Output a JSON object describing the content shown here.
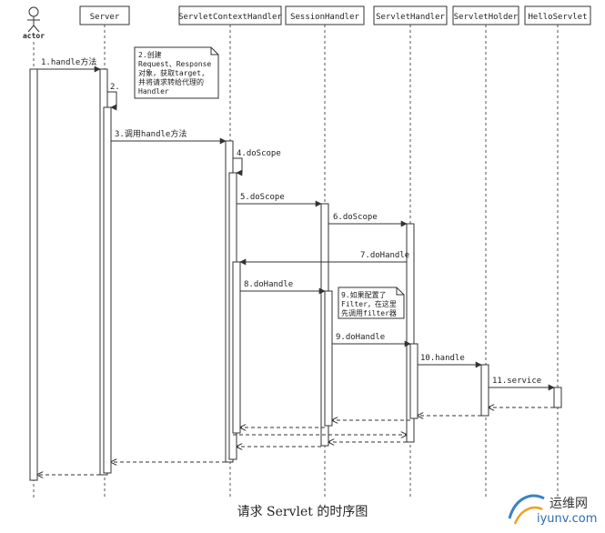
{
  "diagram": {
    "caption": "请求 Servlet 的时序图",
    "actor": "actor",
    "lifelines": [
      "Server",
      "ServletContextHandler",
      "SessionHandler",
      "ServletHandler",
      "ServletHolder",
      "HelloServlet"
    ],
    "messages": [
      "1.handle方法",
      "2.",
      "3.调用handle方法",
      "4.doScope",
      "5.doScope",
      "6.doScope",
      "7.doHandle",
      "8.doHandle",
      "9.doHandle",
      "10.handle",
      "11.service"
    ],
    "notes": [
      [
        "2.创建",
        "Request、Response",
        "对象，获取target,",
        "并将请求转给代理的",
        "Handler"
      ],
      [
        "9.如果配置了",
        "Filter，在这里",
        "先调用filter器"
      ]
    ],
    "watermark": {
      "name": "运维网",
      "site": "iyunv.com"
    }
  }
}
